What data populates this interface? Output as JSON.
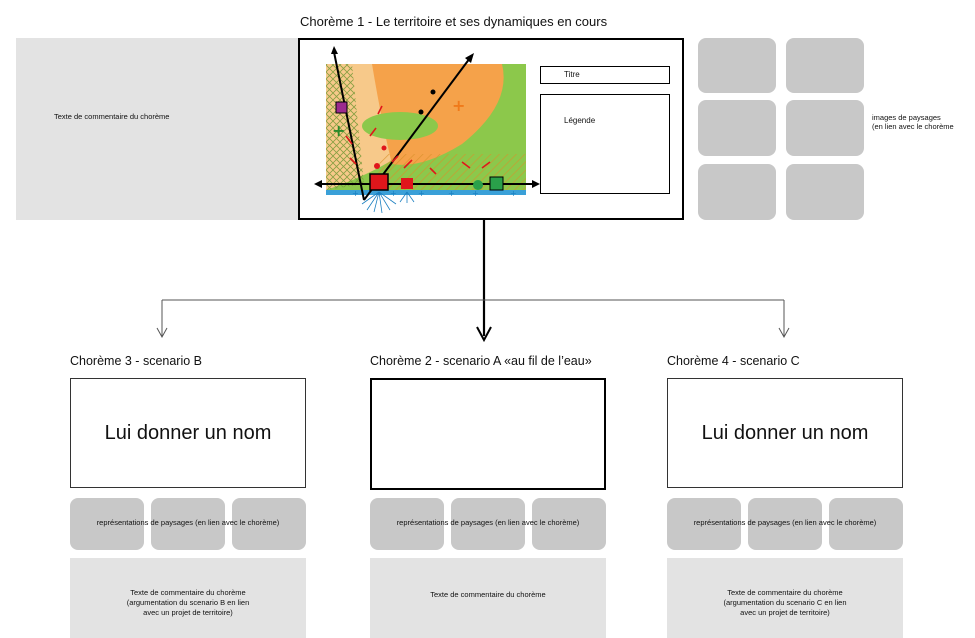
{
  "top": {
    "title": "Chorème 1 - Le territoire et ses dynamiques en cours",
    "comment": "Texte de commentaire du chorème",
    "titre_label": "Titre",
    "legende_label": "Légende",
    "images_label": [
      "images de paysages",
      "(en lien avec le chorème"
    ]
  },
  "scenarios": [
    {
      "title": "Chorème 3 - scenario B",
      "box_text": "Lui donner un nom",
      "representations": "représentations de paysages (en lien avec le chorème)",
      "comment_lines": [
        "Texte de commentaire du chorème",
        "(argumentation du scenario B en lien",
        "avec un projet de territoire)"
      ]
    },
    {
      "title": "Chorème 2 - scenario A «au fil de l’eau»",
      "box_text": "",
      "representations": "représentations de paysages (en lien avec le chorème)",
      "comment_lines": [
        "Texte de commentaire du chorème"
      ]
    },
    {
      "title": "Chorème 4 - scenario C",
      "box_text": "Lui donner un nom",
      "representations": "représentations de paysages (en lien avec le chorème)",
      "comment_lines": [
        "Texte de commentaire du chorème",
        "(argumentation du scenario C en lien",
        "avec un projet de territoire)"
      ]
    }
  ],
  "colors": {
    "panel_gray": "#e3e3e3",
    "tile_gray": "#c8c8c8",
    "map_orange": "#f5a24a",
    "map_light_orange": "#f7c98a",
    "map_green": "#8cc84b",
    "map_red": "#e0161b",
    "map_purple": "#9b2a8e",
    "map_water": "#3aa0d8"
  }
}
